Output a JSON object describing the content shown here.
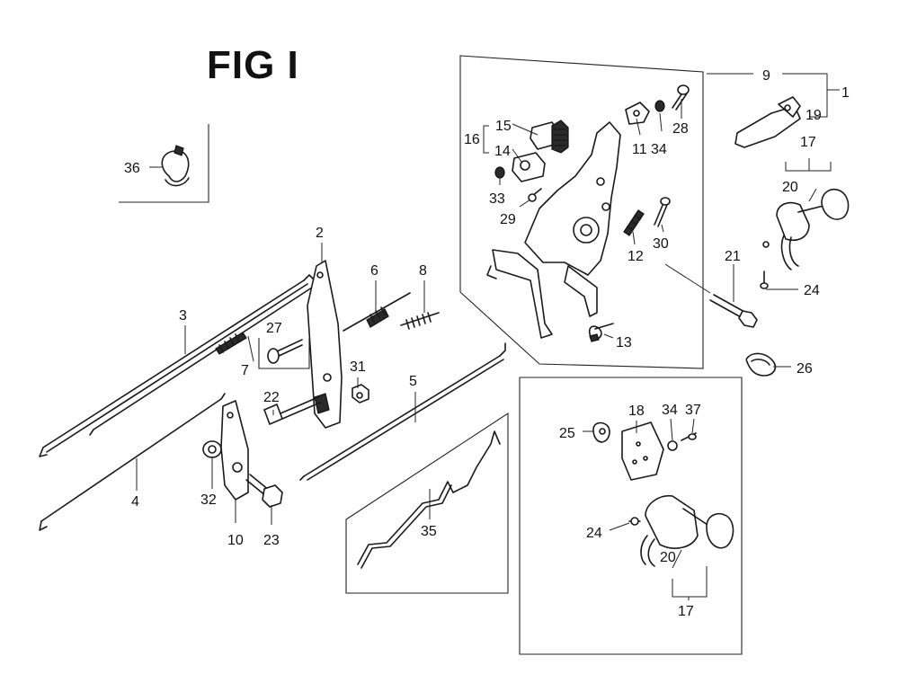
{
  "figure": {
    "title": "FIG I"
  },
  "callouts": [
    "1",
    "2",
    "3",
    "4",
    "5",
    "6",
    "7",
    "8",
    "9",
    "10",
    "11",
    "12",
    "13",
    "14",
    "15",
    "16",
    "17",
    "17",
    "18",
    "19",
    "20",
    "20",
    "21",
    "22",
    "23",
    "24",
    "24",
    "25",
    "26",
    "27",
    "28",
    "29",
    "30",
    "31",
    "32",
    "33",
    "34",
    "34",
    "35",
    "36",
    "37"
  ],
  "colors": {
    "ink": "#1a1a1a",
    "paper": "#ffffff"
  }
}
